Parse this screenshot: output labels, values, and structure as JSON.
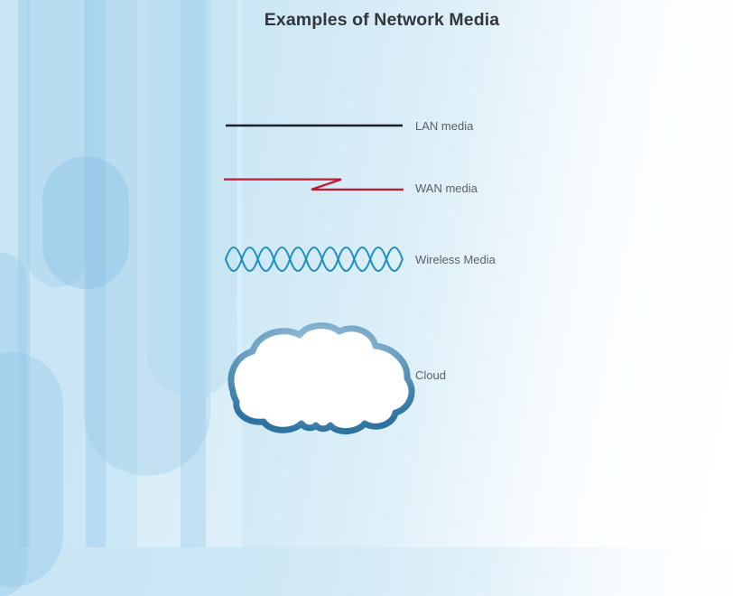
{
  "page": {
    "title": "Examples of Network Media"
  },
  "palette": {
    "title_text": "#33373c",
    "label_text": "#5b6064",
    "background_left": "#c9e6f5",
    "background_right": "#ffffff"
  },
  "legend": {
    "items": [
      {
        "id": "lan",
        "symbol": "solid-line",
        "label": "LAN media",
        "color": "#1b1e22"
      },
      {
        "id": "wan",
        "symbol": "zigzag-line",
        "label": "WAN media",
        "color": "#c11a33"
      },
      {
        "id": "wireless",
        "symbol": "wave-chain",
        "label": "Wireless Media",
        "color": "#2191c2"
      },
      {
        "id": "cloud",
        "symbol": "cloud-shape",
        "label": "Cloud",
        "fill": "#ffffff",
        "stroke_light": "#b9d7e9",
        "stroke_mid": "#76a7c7",
        "stroke_dark": "#2d74a1"
      }
    ]
  }
}
